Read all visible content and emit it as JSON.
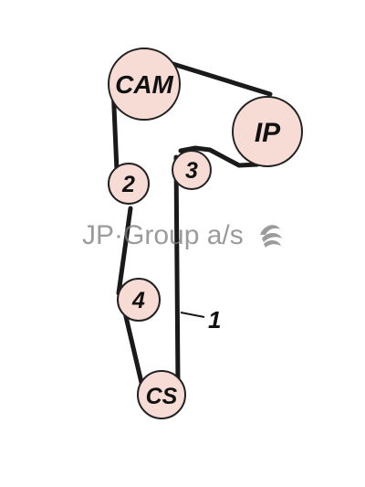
{
  "colors": {
    "pulley_fill": "#f7dcd6",
    "pulley_stroke": "#222222",
    "belt": "#1a1a1a"
  },
  "watermark": {
    "text": "JP·Group a/s",
    "logo_icon": "jp-group-logo-icon"
  },
  "pulleys": {
    "cam": "CAM",
    "ip": "IP",
    "idler_2": "2",
    "idler_3": "3",
    "idler_4": "4",
    "cs": "CS"
  },
  "callout": {
    "belt_number": "1"
  }
}
